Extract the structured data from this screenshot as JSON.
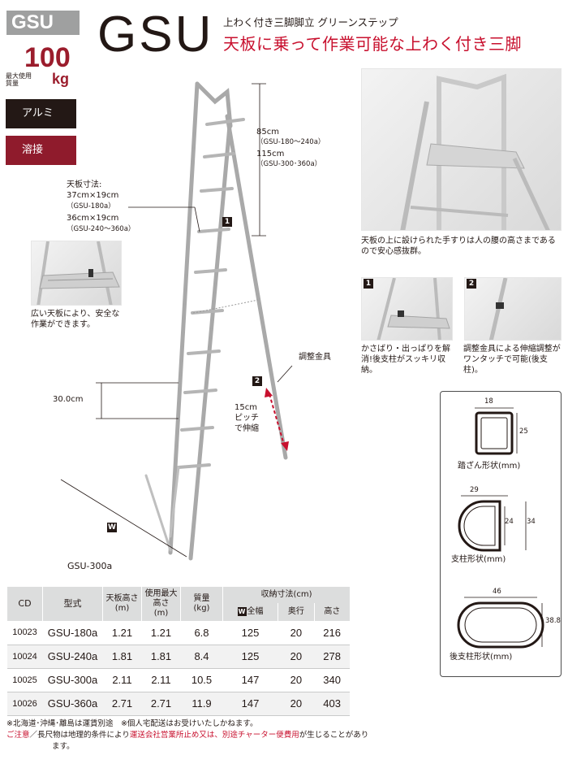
{
  "header": {
    "badge": "GSU",
    "capacity_value": "100",
    "capacity_label_line1": "最大使用",
    "capacity_label_line2": "質量",
    "capacity_unit": "kg",
    "material": "アルミ",
    "process": "溶接",
    "title": "GSU",
    "subtitle": "上わく付き三脚脚立 グリーンステップ",
    "tagline": "天板に乗って作業可能な上わく付き三脚"
  },
  "colors": {
    "accent_red": "#c8102e",
    "capacity_red": "#9b1c2c",
    "badge_gray": "#9fa0a0",
    "material_black": "#231815",
    "process_maroon": "#8f1b2c"
  },
  "diagram": {
    "rail_height_1": "85cm",
    "rail_height_1_models": "（GSU-180～240a）",
    "rail_height_2": "115cm",
    "rail_height_2_models": "（GSU-300･360a）",
    "top_size_title": "天板寸法:",
    "top_size_1": "37cm×19cm",
    "top_size_1_models": "（GSU-180a）",
    "top_size_2": "36cm×19cm",
    "top_size_2_models": "（GSU-240～360a）",
    "step_pitch": "30.0cm",
    "adjuster_label": "調整金具",
    "extend_line1": "15cm",
    "extend_line2": "ピッチ",
    "extend_line3": "で伸縮",
    "w_marker": "W",
    "marker_1": "1",
    "marker_2": "2",
    "model_caption": "GSU-300a",
    "wide_top_note": "広い天板により、安全な作業ができます。"
  },
  "photos": {
    "main_note": "天板の上に設けられた手すりは人の腰の高さまであるので安心感抜群。",
    "p1_marker": "1",
    "p1_note": "かさばり・出っぱりを解消!後支柱がスッキリ収納。",
    "p2_marker": "2",
    "p2_note": "調整金具による伸縮調整がワンタッチで可能(後支柱)。"
  },
  "shapes": {
    "step": {
      "width": "18",
      "height": "25",
      "caption": "踏ざん形状(mm)"
    },
    "pillar": {
      "width": "29",
      "inner": "24",
      "height": "34",
      "caption": "支柱形状(mm)"
    },
    "rear": {
      "width": "46",
      "height": "38.8",
      "caption": "後支柱形状(mm)"
    }
  },
  "table": {
    "headers": {
      "cd": "CD",
      "model": "型式",
      "top_height_1": "天板高さ",
      "top_height_2": "(m)",
      "max_height_1": "使用最大",
      "max_height_2": "高さ",
      "max_height_3": "(m)",
      "weight_1": "質量",
      "weight_2": "(kg)",
      "storage": "収納寸法(cm)",
      "w_mark": "W",
      "total": "全幅",
      "depth": "奥行",
      "height": "高さ"
    },
    "rows": [
      {
        "cd": "10023",
        "model": "GSU-180a",
        "top": "1.21",
        "max": "1.21",
        "weight": "6.8",
        "w": "125",
        "d": "20",
        "h": "216"
      },
      {
        "cd": "10024",
        "model": "GSU-240a",
        "top": "1.81",
        "max": "1.81",
        "weight": "8.4",
        "w": "125",
        "d": "20",
        "h": "278"
      },
      {
        "cd": "10025",
        "model": "GSU-300a",
        "top": "2.11",
        "max": "2.11",
        "weight": "10.5",
        "w": "147",
        "d": "20",
        "h": "340"
      },
      {
        "cd": "10026",
        "model": "GSU-360a",
        "top": "2.71",
        "max": "2.71",
        "weight": "11.9",
        "w": "147",
        "d": "20",
        "h": "403"
      }
    ]
  },
  "footer": {
    "line1": "※北海道･沖縄･離島は運賃別途　※個人宅配送はお受けいたしかねます。",
    "caution": "ご注意",
    "line2_a": "／長尺物は地理的条件により",
    "line2_red": "運送会社営業所止め又は、別途チャーター便費用",
    "line2_b": "が生じることがあり",
    "line3": "ます。"
  }
}
